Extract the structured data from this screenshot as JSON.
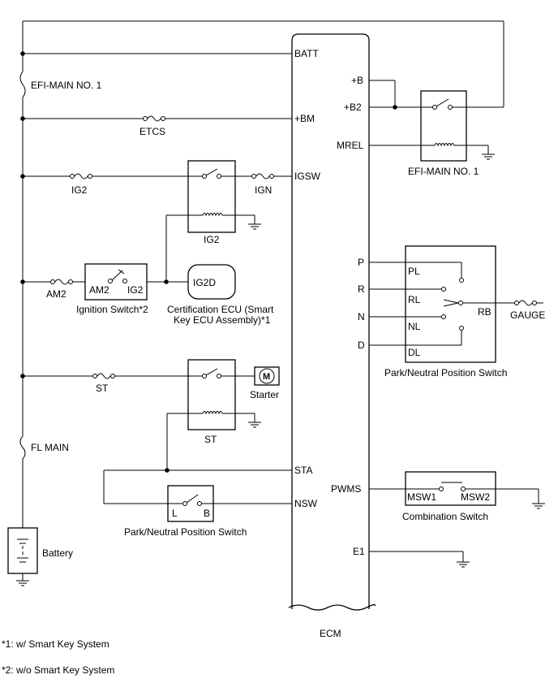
{
  "ecm": {
    "label": "ECM",
    "terminals_left": {
      "batt": "BATT",
      "bm": "+BM",
      "igsw": "IGSW",
      "sta": "STA",
      "nsw": "NSW"
    },
    "terminals_right": {
      "b": "+B",
      "b2": "+B2",
      "mrel": "MREL",
      "p": "P",
      "r": "R",
      "n": "N",
      "d": "D",
      "pwms": "PWMS",
      "e1": "E1"
    }
  },
  "fuses": {
    "efi_main": "EFI-MAIN NO. 1",
    "etcs": "ETCS",
    "ig2": "IG2",
    "ign": "IGN",
    "am2": "AM2",
    "st": "ST",
    "fl_main": "FL MAIN",
    "gauge": "GAUGE"
  },
  "relays": {
    "ig2": "IG2",
    "st": "ST",
    "efi_main": "EFI-MAIN NO. 1"
  },
  "ignition_switch": {
    "label": "Ignition Switch*2",
    "am2": "AM2",
    "ig2": "IG2"
  },
  "certification_ecu": {
    "terminal": "IG2D",
    "label_line1": "Certification ECU (Smart",
    "label_line2": "Key ECU Assembly)*1"
  },
  "starter": {
    "label": "Starter",
    "motor": "M"
  },
  "pnp_switch_left": {
    "label": "Park/Neutral Position Switch",
    "l": "L",
    "b": "B"
  },
  "pnp_switch_right": {
    "label": "Park/Neutral Position Switch",
    "pl": "PL",
    "rl": "RL",
    "nl": "NL",
    "dl": "DL",
    "rb": "RB"
  },
  "combination_switch": {
    "label": "Combination Switch",
    "msw1": "MSW1",
    "msw2": "MSW2"
  },
  "battery": {
    "label": "Battery"
  },
  "footnotes": {
    "note1": "*1: w/ Smart Key System",
    "note2": "*2: w/o Smart Key System"
  }
}
